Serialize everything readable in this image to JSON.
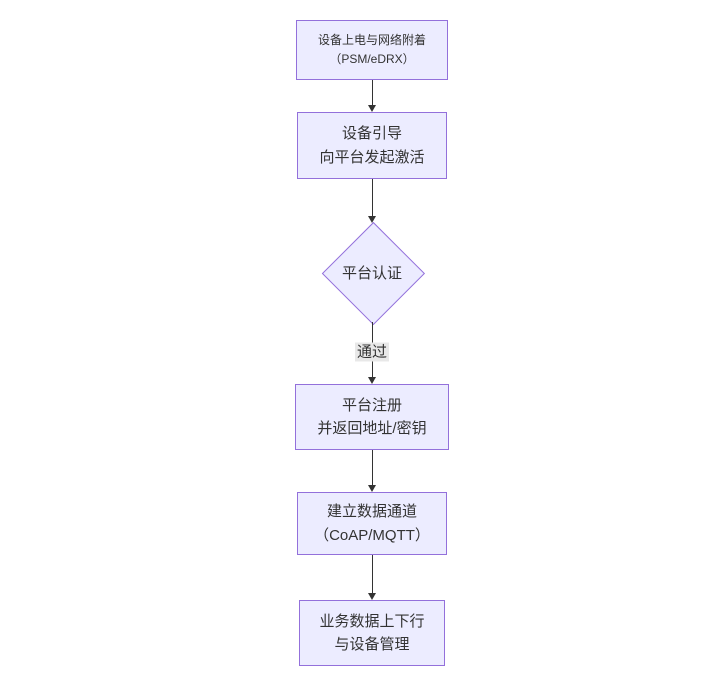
{
  "diagram": {
    "type": "flowchart",
    "direction": "top-down",
    "colors": {
      "node_fill": "#ECECFF",
      "node_border": "#9370DB",
      "arrow": "#333333",
      "text": "#333333",
      "edge_label_bg": "#e8e8e8",
      "background": "#ffffff"
    },
    "nodes": [
      {
        "id": "n1",
        "shape": "rect",
        "lines": [
          "设备上电与网络附着",
          "（PSM/eDRX）"
        ]
      },
      {
        "id": "n2",
        "shape": "rect",
        "lines": [
          "设备引导",
          "向平台发起激活"
        ]
      },
      {
        "id": "n3",
        "shape": "diamond",
        "lines": [
          "平台认证"
        ]
      },
      {
        "id": "n4",
        "shape": "rect",
        "lines": [
          "平台注册",
          "并返回地址/密钥"
        ]
      },
      {
        "id": "n5",
        "shape": "rect",
        "lines": [
          "建立数据通道",
          "（CoAP/MQTT）"
        ]
      },
      {
        "id": "n6",
        "shape": "rect",
        "lines": [
          "业务数据上下行",
          "与设备管理"
        ]
      }
    ],
    "edges": [
      {
        "from": "n1",
        "to": "n2",
        "label": ""
      },
      {
        "from": "n2",
        "to": "n3",
        "label": ""
      },
      {
        "from": "n3",
        "to": "n4",
        "label": "通过"
      },
      {
        "from": "n4",
        "to": "n5",
        "label": ""
      },
      {
        "from": "n5",
        "to": "n6",
        "label": ""
      }
    ]
  }
}
